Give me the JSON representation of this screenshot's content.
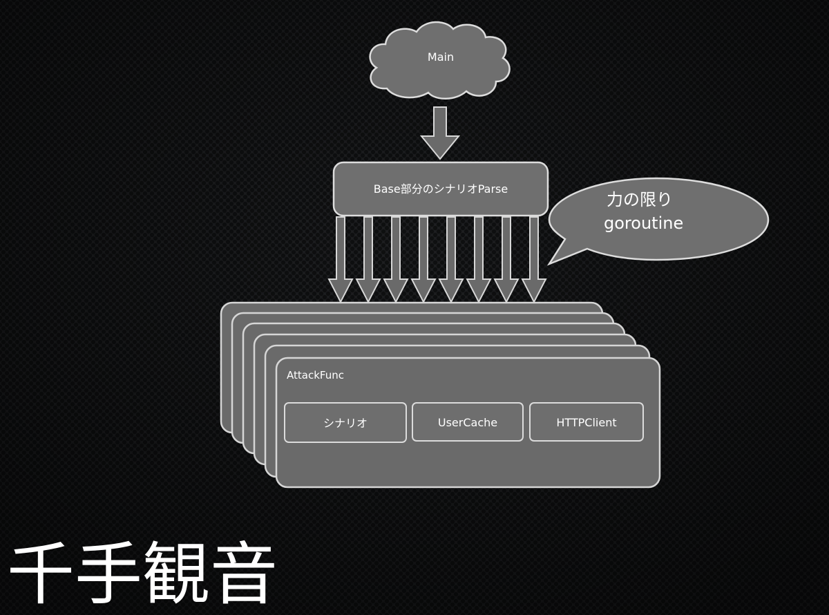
{
  "slide_title": "千手観音",
  "main_label": "Main",
  "parse_label": "Base部分のシナリオParse",
  "callout": {
    "line1": "力の限り",
    "line2": "goroutine"
  },
  "attack": {
    "title": "AttackFunc",
    "components": [
      "シナリオ",
      "UserCache",
      "HTTPClient"
    ]
  },
  "colors": {
    "background": "#1b1c1e",
    "shape_fill": "#6f6f6f",
    "shape_stroke": "#dddddd",
    "text": "#ffffff"
  }
}
